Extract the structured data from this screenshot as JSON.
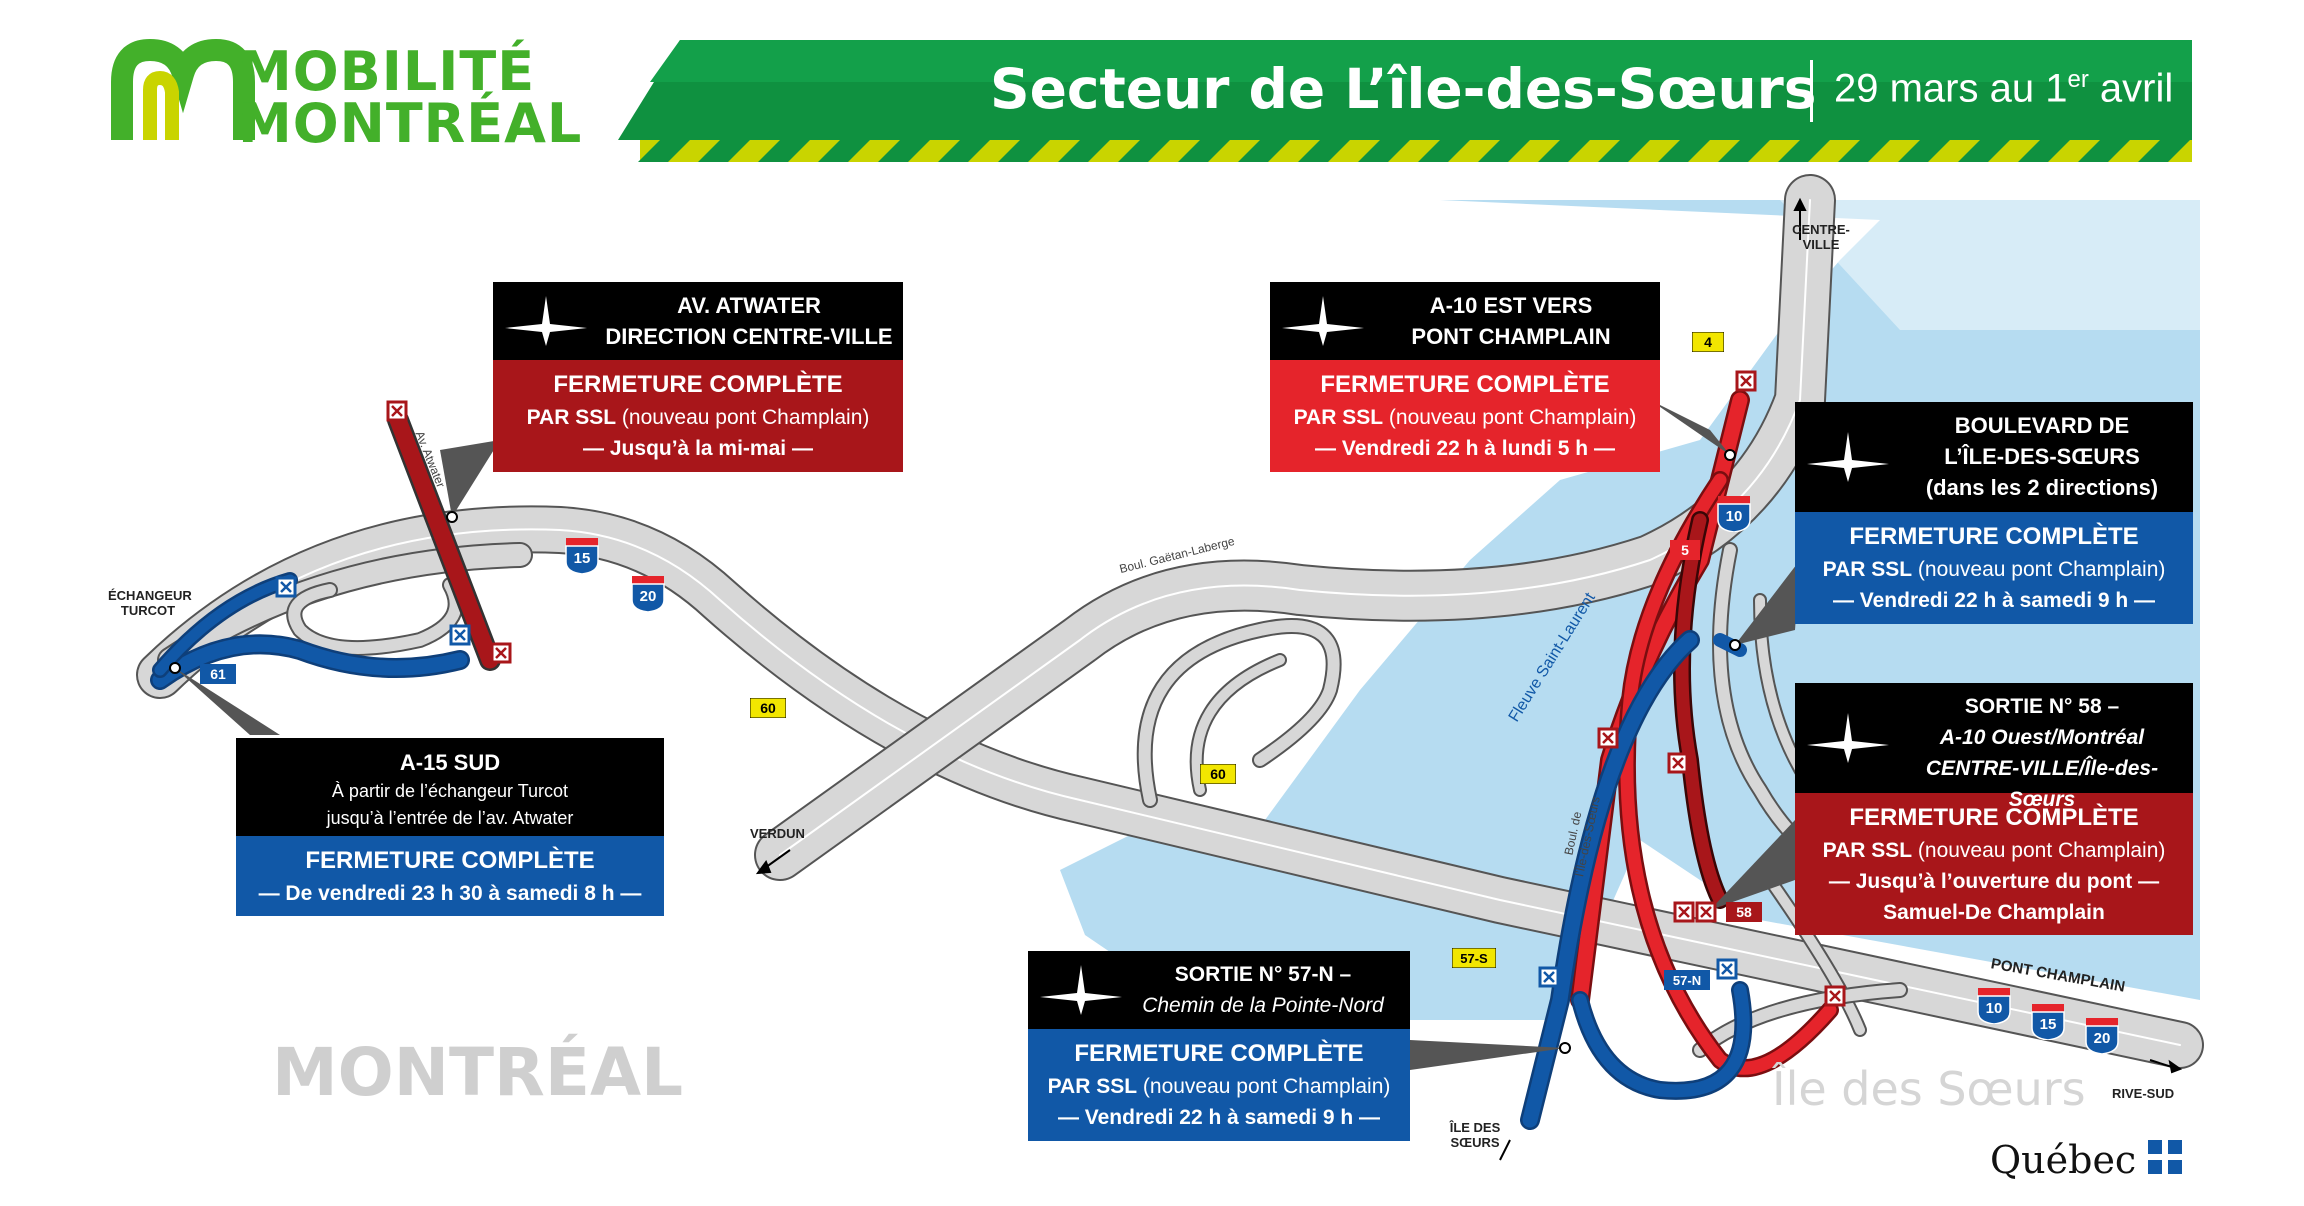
{
  "logo": {
    "line1": "MOBILITÉ",
    "line2": "MONTRÉAL"
  },
  "banner": {
    "title": "Secteur de L’île-des-Sœurs",
    "date_main": "29 mars au 1",
    "date_sup": "er",
    "date_end": " avril"
  },
  "colors": {
    "green": "#43b02a",
    "lime": "#c9d400",
    "red": "#a8161a",
    "light_red": "#e5242b",
    "blue": "#1158a7",
    "water": "#b6dcf1",
    "road": "#d7d7d7"
  },
  "closures": [
    {
      "head1": "AV. ATWATER",
      "head2": "DIRECTION CENTRE-VILLE",
      "head3": "",
      "title": "FERMETURE COMPLÈTE",
      "line1_bold": "PAR SSL",
      "line1_rest": " (nouveau pont Champlain)",
      "line2": "— Jusqu’à la mi-mai —",
      "line3": ""
    },
    {
      "head1": "A-10 EST VERS",
      "head2": "PONT CHAMPLAIN",
      "head3": "",
      "title": "FERMETURE COMPLÈTE",
      "line1_bold": "PAR SSL",
      "line1_rest": " (nouveau pont Champlain)",
      "line2": "— Vendredi 22 h à lundi 5 h —",
      "line3": ""
    },
    {
      "head1": "BOULEVARD DE",
      "head2": "L’ÎLE-DES-SŒURS",
      "head3": "(dans les 2 directions)",
      "title": "FERMETURE COMPLÈTE",
      "line1_bold": "PAR SSL",
      "line1_rest": " (nouveau pont Champlain)",
      "line2": "— Vendredi 22 h à samedi 9 h —",
      "line3": ""
    },
    {
      "head1": "SORTIE N° 58 –",
      "head2": "A-10 Ouest/Montréal",
      "head3": "CENTRE-VILLE/Île-des-Sœurs",
      "title": "FERMETURE COMPLÈTE",
      "line1_bold": "PAR SSL",
      "line1_rest": " (nouveau pont Champlain)",
      "line2": "— Jusqu’à l’ouverture du pont —",
      "line3": "Samuel-De Champlain"
    },
    {
      "head1": "A-15 SUD",
      "head2": "À partir de l’échangeur Turcot",
      "head3": "jusqu’à l’entrée de l’av. Atwater",
      "title": "FERMETURE COMPLÈTE",
      "line1_bold": "",
      "line1_rest": "",
      "line2": "— De vendredi 23 h 30 à samedi 8 h —",
      "line3": ""
    },
    {
      "head1": "SORTIE N° 57-N –",
      "head2": "Chemin de la Pointe-Nord",
      "head3": "",
      "title": "FERMETURE COMPLÈTE",
      "line1_bold": "PAR SSL",
      "line1_rest": " (nouveau pont Champlain)",
      "line2": "— Vendredi 22 h à samedi 9 h —",
      "line3": ""
    }
  ],
  "labels": {
    "echangeur": "ÉCHANGEUR",
    "turcot": "TURCOT",
    "centre": "CENTRE-",
    "ville": "VILLE",
    "verdun": "VERDUN",
    "ile_des": "ÎLE DES",
    "soeurs": "SŒURS",
    "rive_sud": "RIVE-SUD",
    "pont_champlain": "PONT CHAMPLAIN",
    "av_atwater": "Av. Atwater",
    "gaetan": "Boul. Gaëtan-Laberge",
    "fleuve": "Fleuve Saint-Laurent",
    "boul_ids_1": "Boul. de",
    "boul_ids_2": "l’Île-des-Sœurs",
    "montreal": "MONTRÉAL",
    "ile_des_soeurs": "Île des Sœurs",
    "quebec": "Québec"
  },
  "routes": {
    "r15": "15",
    "r20": "20",
    "r10": "10",
    "r10b": "10",
    "r15b": "15",
    "r20b": "20"
  },
  "exits": {
    "e61": "61",
    "e60a": "60",
    "e60b": "60",
    "e4": "4",
    "e5": "5",
    "e58": "58",
    "e57s": "57-S",
    "e57n": "57-N"
  }
}
